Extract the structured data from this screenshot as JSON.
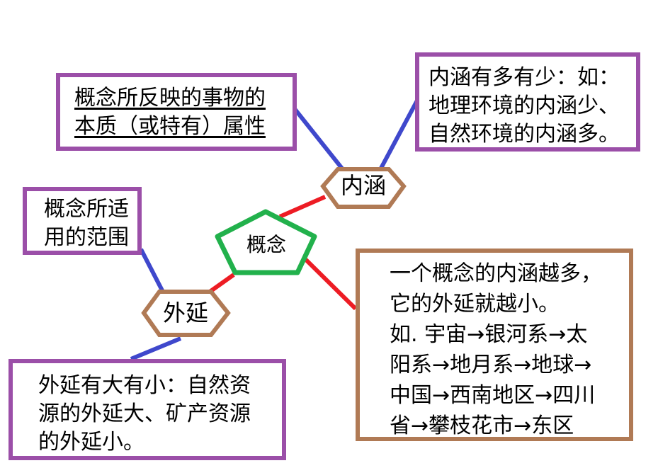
{
  "nodes": {
    "concept": "概念",
    "intension": "内涵",
    "extension": "外延"
  },
  "boxes": {
    "intension_definition": "概念所反映的事物的\n本质（或特有）属性",
    "intension_example": "内涵有多有少：如：\n地理环境的内涵少、\n自然环境的内涵多。",
    "extension_definition": "概念所适\n用的范围",
    "extension_example": "外延有大有小：自然资\n源的外延大、矿产资源\n的外延小。",
    "relation_example": "一个概念的内涵越多，\n它的外延就越小。\n如. 宇宙→银河系→太\n阳系→地月系→地球→\n中国→西南地区→四川\n省→攀枝花市→东区"
  },
  "colors": {
    "purple_border": "#9b4fa8",
    "brown_border": "#b07a55",
    "green_border": "#22b14c",
    "blue_line": "#3f48cc",
    "red_line": "#ed1c24"
  }
}
